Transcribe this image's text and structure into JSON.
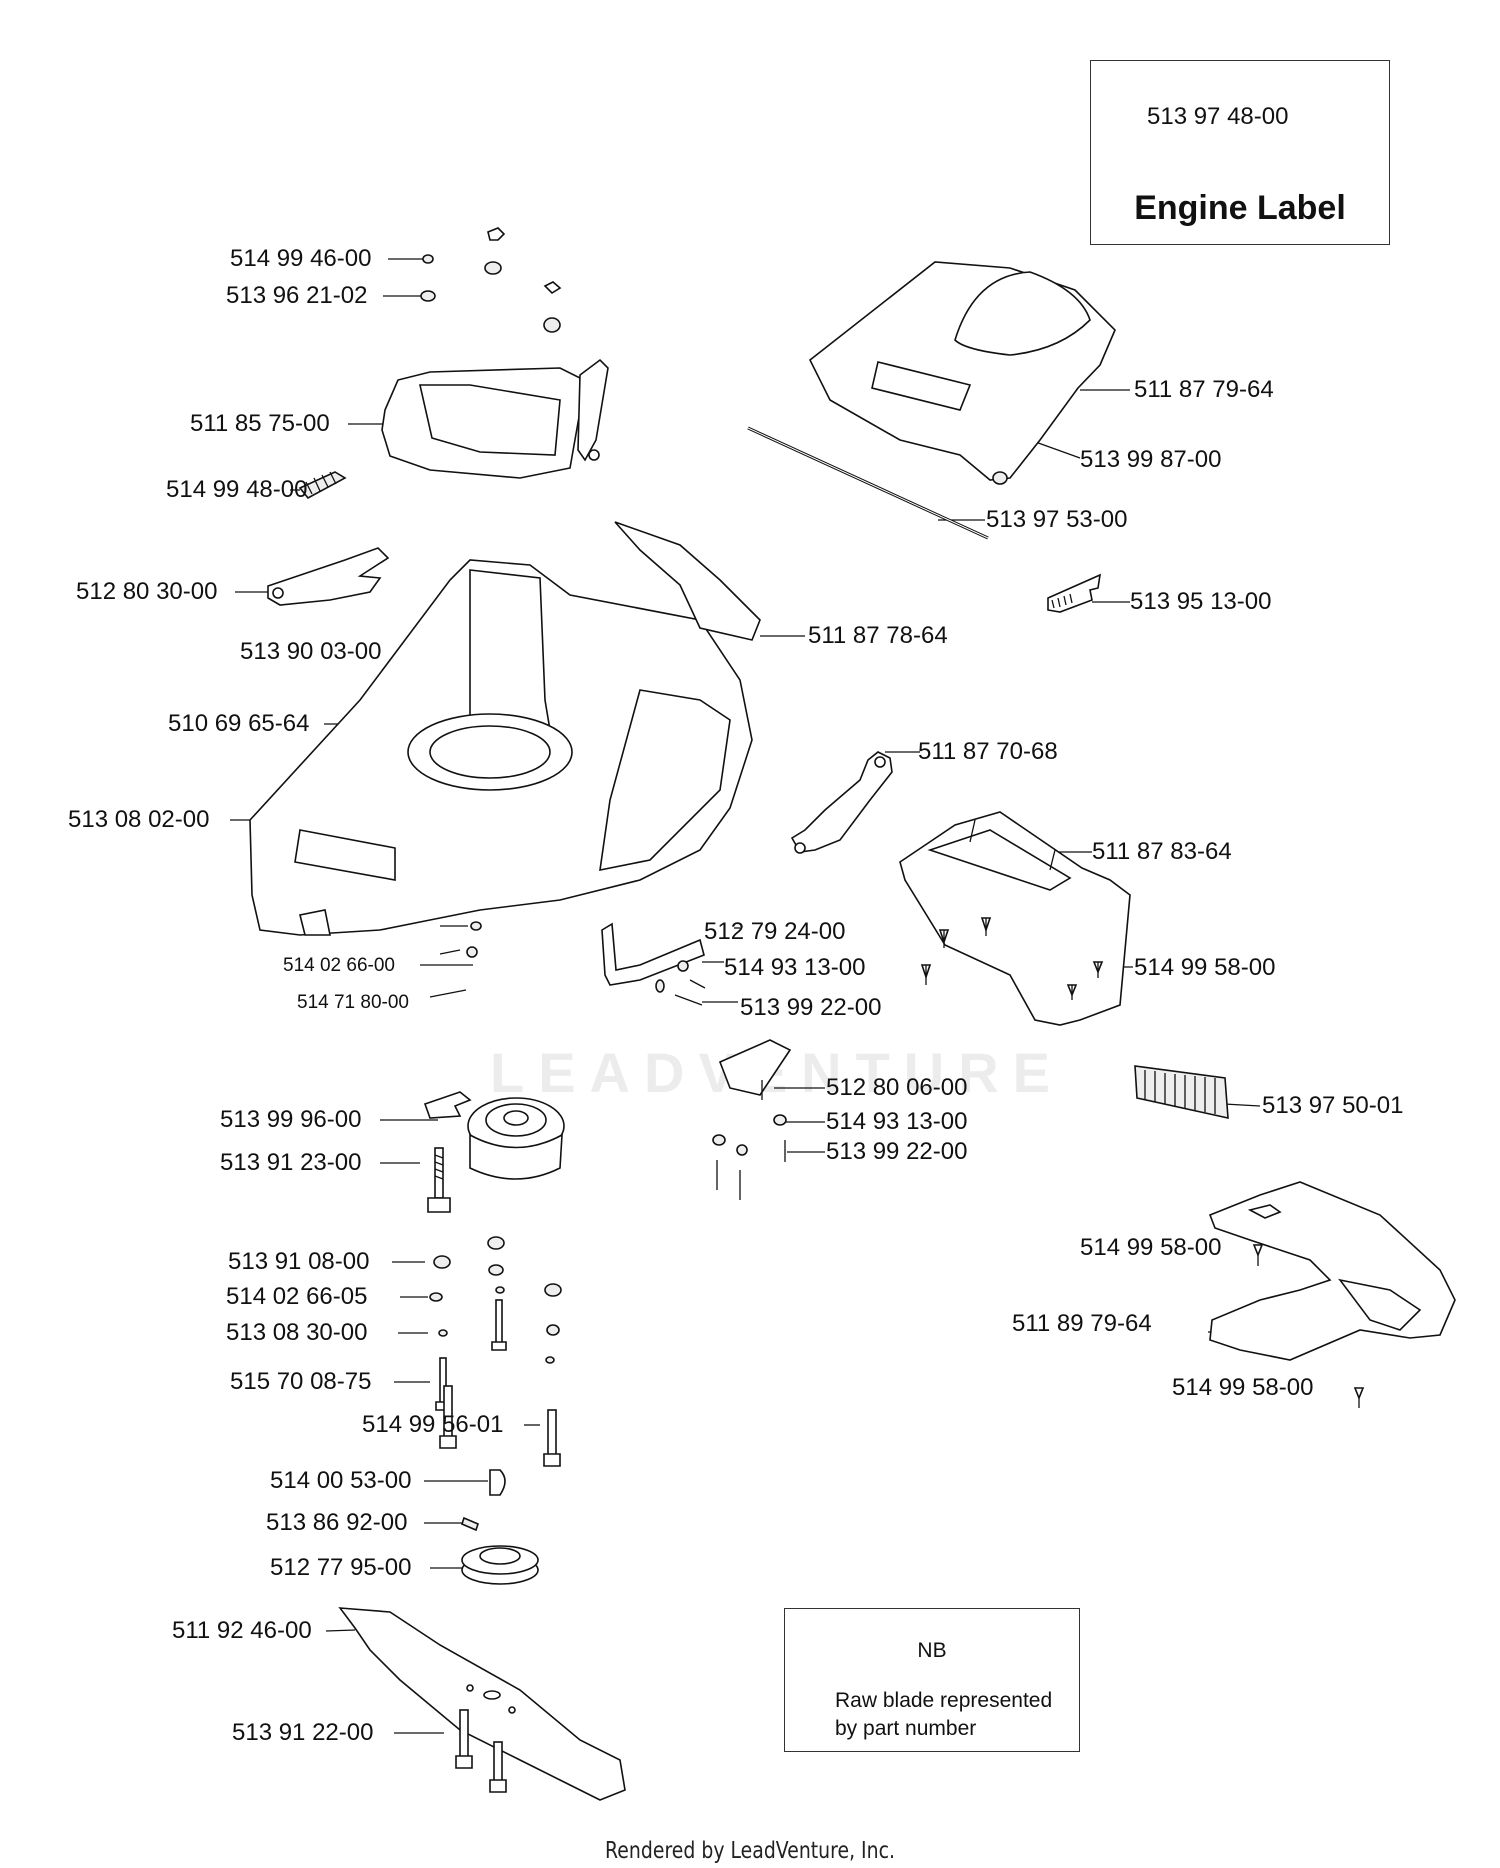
{
  "engine_box": {
    "part": "513 97 48-00",
    "title": "Engine Label"
  },
  "note_box": {
    "title": "NB",
    "text": "Raw blade represented\nby part number"
  },
  "watermark": "LEADVENTURE",
  "footer": "Rendered by LeadVenture, Inc.",
  "parts": {
    "p514994600": "514 99 46-00",
    "p513962102": "513 96 21-02",
    "p511857500": "511 85 75-00",
    "p514994800": "514 99 48-00",
    "p512803000": "512 80 30-00",
    "p513900300": "513 90 03-00",
    "p510696564": "510 69 65-64",
    "p513080200": "513 08 02-00",
    "p514026600": "514 02 66-00",
    "p514718000": "514 71 80-00",
    "p511877964": "511 87 79-64",
    "p513998700": "513 99 87-00",
    "p513975300": "513 97 53-00",
    "p513951300": "513 95 13-00",
    "p511877864": "511 87 78-64",
    "p511877068": "511 87 70-68",
    "p511878364": "511 87 83-64",
    "p512792400": "512 79 24-00",
    "p514931300a": "514 93 13-00",
    "p513992200a": "513 99 22-00",
    "p514995800a": "514 99 58-00",
    "p512800600": "512 80 06-00",
    "p514931300b": "514 93 13-00",
    "p513992200b": "513 99 22-00",
    "p513975001": "513 97 50-01",
    "p513999600": "513 99 96-00",
    "p513912300": "513 91 23-00",
    "p514995800b": "514 99 58-00",
    "p511897964": "511 89 79-64",
    "p514995800c": "514 99 58-00",
    "p513910800": "513 91 08-00",
    "p514026605": "514 02 66-05",
    "p513083000": "513 08 30-00",
    "p515700875": "515 70 08-75",
    "p514995601": "514 99 56-01",
    "p514005300": "514 00 53-00",
    "p513869200": "513 86 92-00",
    "p512779500": "512 77 95-00",
    "p511924600": "511 92 46-00",
    "p513912200": "513 91 22-00"
  }
}
